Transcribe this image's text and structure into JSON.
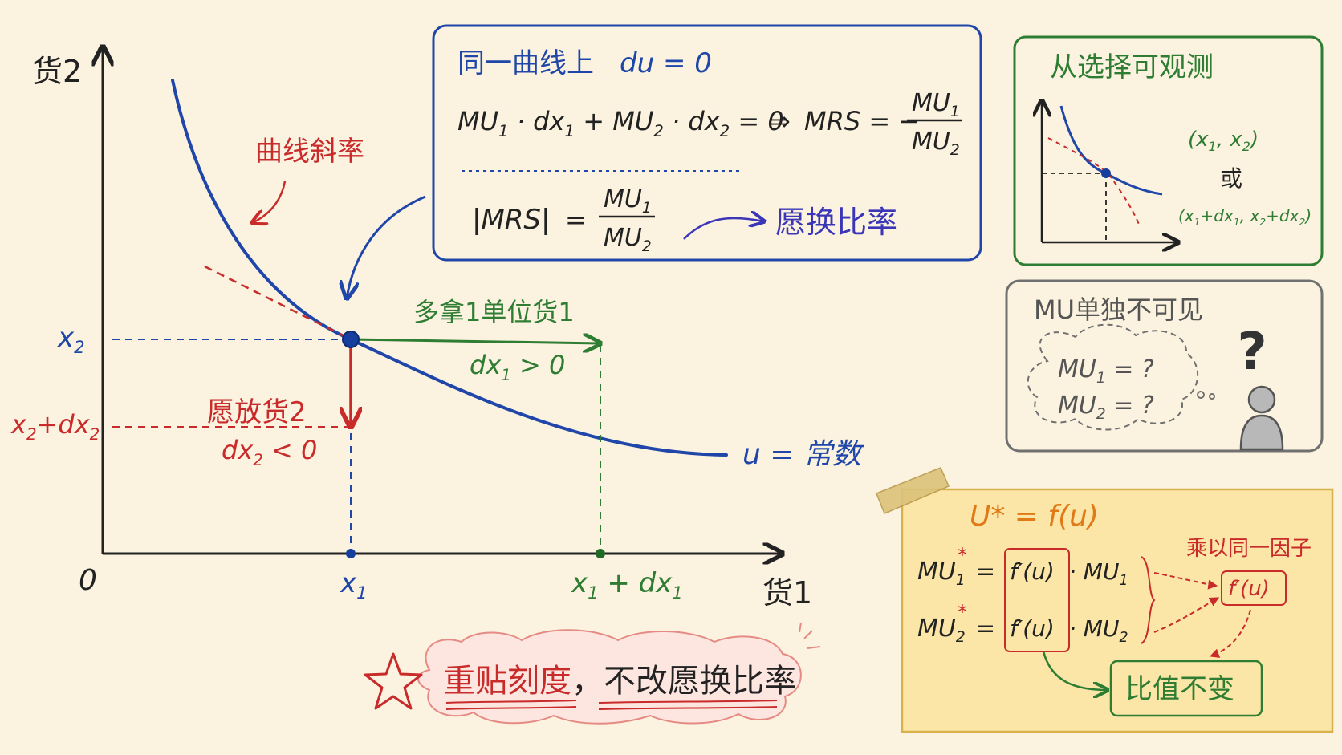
{
  "colors": {
    "background": "#fbf3e0",
    "ink": "#222222",
    "blue": "#1f46a8",
    "red": "#c92a2a",
    "green": "#2e7d32",
    "gray": "#707070",
    "orange": "#e07a16",
    "note": "#fbe6a7",
    "note_border": "#d9b14b",
    "tape": "#dbc27a",
    "cloud_fill": "#fde5e0",
    "cloud_border": "#e58b84",
    "dot_blue": "#163e9e",
    "dot_green": "#1f6b25"
  },
  "main_graph": {
    "y_axis_label": "货2",
    "x_axis_label": "货1",
    "origin_label": "0",
    "x2_label": "x",
    "x2_sub": "2",
    "x2dx2_a": "x",
    "x2dx2_a_sub": "2",
    "x2dx2_b": "+dx",
    "x2dx2_b_sub": "2",
    "x1_label": "x",
    "x1_sub": "1",
    "x1dx1_a": "x",
    "x1dx1_a_sub": "1",
    "x1dx1_b": " + dx",
    "x1dx1_b_sub": "1",
    "curve_label": "u = 常数",
    "slope_label": "曲线斜率",
    "more_good1": "多拿1单位货1",
    "dx1_a": "dx",
    "dx1_sub": "1",
    "dx1_b": " > 0",
    "give_good2": "愿放货2",
    "dx2_a": "dx",
    "dx2_sub": "2",
    "dx2_b": " < 0"
  },
  "formula_box": {
    "title_a": "同一曲线上",
    "title_b": "du = 0",
    "eq_mu1": "MU",
    "eq_mu1_sub": "1",
    "eq_dx1": " · dx",
    "eq_dx1_sub": "1",
    "eq_plus": " + MU",
    "eq_mu2_sub": "2",
    "eq_dx2": " · dx",
    "eq_dx2_sub": "2",
    "eq_zero": " = 0",
    "implies": "⇒",
    "mrs_eq": "MRS = −",
    "frac_num": "MU",
    "frac_num_sub": "1",
    "frac_den": "MU",
    "frac_den_sub": "2",
    "abs_mrs": "|MRS|",
    "equals": "=",
    "frac2_num": "MU",
    "frac2_num_sub": "1",
    "frac2_den": "MU",
    "frac2_den_sub": "2",
    "willing_rate": "愿换比率"
  },
  "observe_box": {
    "title": "从选择可观测",
    "pair1_a": "(x",
    "pair1_sub1": "1",
    "pair1_b": ", x",
    "pair1_sub2": "2",
    "pair1_c": ")",
    "or": "或",
    "pair2_a": "(x",
    "pair2_s1": "1",
    "pair2_b": "+dx",
    "pair2_s2": "1",
    "pair2_c": ", x",
    "pair2_s3": "2",
    "pair2_d": "+dx",
    "pair2_s4": "2",
    "pair2_e": ")"
  },
  "invisible_box": {
    "title": "MU单独不可见",
    "mu1_a": "MU",
    "mu1_sub": "1",
    "mu1_b": " = ?",
    "mu2_a": "MU",
    "mu2_sub": "2",
    "mu2_b": " = ?",
    "question": "?"
  },
  "note_box": {
    "title": "U* = f(u)",
    "row1_lhs": "MU",
    "row1_lhs_sub": "1",
    "row1_star": "*",
    "row1_eq": "=",
    "row1_fprime": "f′(u)",
    "row1_rhs": "· MU",
    "row1_rhs_sub": "1",
    "row2_lhs": "MU",
    "row2_lhs_sub": "2",
    "row2_star": "*",
    "row2_eq": "=",
    "row2_fprime": "f′(u)",
    "row2_rhs": "· MU",
    "row2_rhs_sub": "2",
    "factor_label": "乘以同一因子",
    "factor_box": "f′(u)",
    "ratio_unchanged": "比值不变"
  },
  "banner": {
    "text_red": "重贴刻度",
    "text_sep": "，",
    "text_black": "不改愿换比率"
  }
}
